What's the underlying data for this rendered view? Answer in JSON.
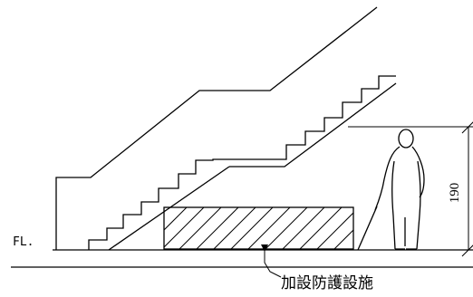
{
  "labels": {
    "floor_level": "FL.",
    "height_dimension": "190",
    "callout": "加設防護設施"
  }
}
